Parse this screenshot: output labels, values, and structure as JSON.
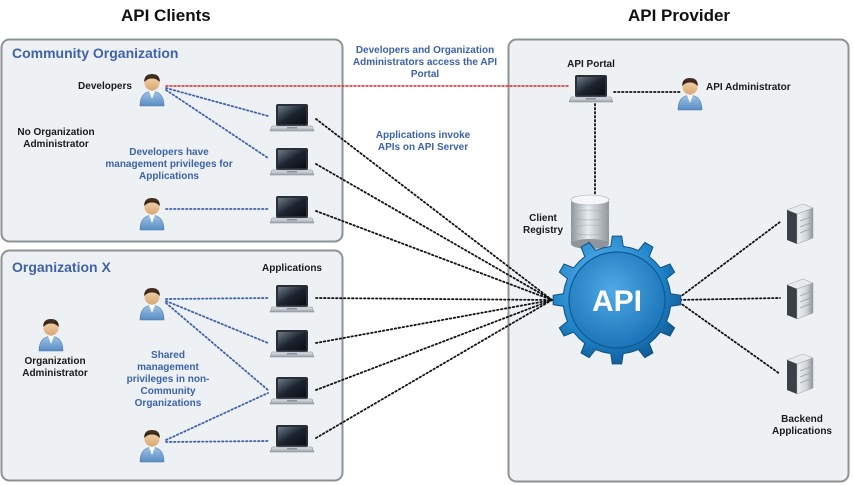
{
  "headings": {
    "clients": "API Clients",
    "provider": "API Provider"
  },
  "community": {
    "title": "Community Organization",
    "developers_label": "Developers",
    "no_admin_label": "No Organization Administrator",
    "mgmt_note": "Developers have management privileges for Applications"
  },
  "orgx": {
    "title": "Organization X",
    "applications_label": "Applications",
    "admin_label": "Organization Administrator",
    "shared_note": "Shared management privileges in non-Community Organizations"
  },
  "center": {
    "portal_access_note": "Developers and Organization Administrators access the API Portal",
    "invoke_note": "Applications invoke APIs on API Server"
  },
  "provider": {
    "portal_label": "API Portal",
    "admin_label": "API Administrator",
    "registry_label": "Client Registry",
    "gear_text": "API",
    "backend_label": "Backend Applications"
  },
  "colors": {
    "box_border": "#8c9296",
    "box_fill": "#eef1f3",
    "blue_line": "#3f63ad",
    "red_line": "#d9262a",
    "black_line": "#111111",
    "gear": "#1f82c7",
    "note_text": "#3c62a8"
  },
  "icons": [
    "person-icon",
    "laptop-icon",
    "database-icon",
    "gear-icon",
    "server-icon"
  ]
}
